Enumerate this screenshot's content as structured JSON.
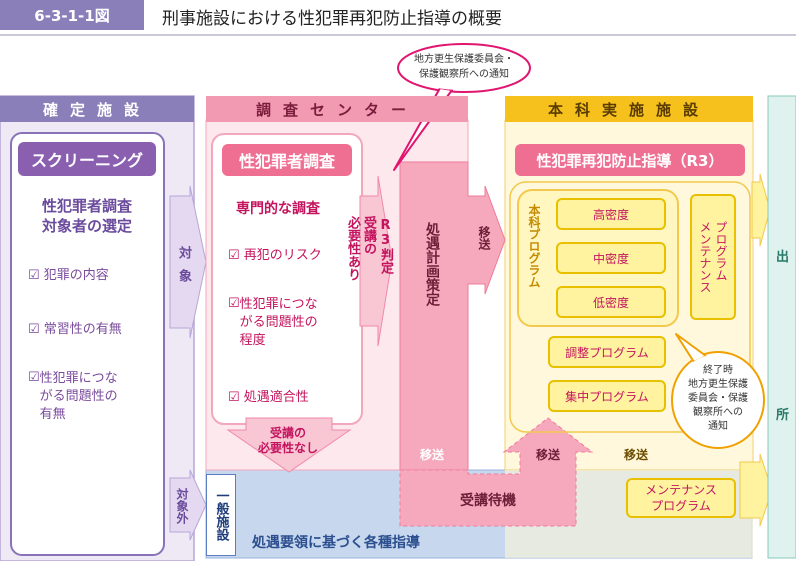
{
  "figure": {
    "number": "6-3-1-1図",
    "title": "刑事施設における性犯罪再犯防止指導の概要"
  },
  "confirmed_facility": {
    "header": "確定施設",
    "screening_label": "スクリーニング",
    "selection_title": "性犯罪者調査\n対象者の選定",
    "items": [
      "犯罪の内容",
      "常習性の有無",
      "性犯罪につな\nがる問題性の\n有無"
    ],
    "arrow_target": "対象",
    "arrow_nontarget": "対象外"
  },
  "research_center": {
    "header": "調査センター",
    "survey_label": "性犯罪者調査",
    "specialized": "専門的な調査",
    "items": [
      "再犯のリスク",
      "性犯罪につな\nがる問題性の\n程度",
      "処遇適合性"
    ],
    "r3_judgment": "R3判定",
    "need": "受講の\n必要性あり",
    "no_need": "受講の\n必要性なし",
    "plan": "処遇計画策定"
  },
  "callouts": {
    "notify_top": "地方更生保護委員会・\n保護観察所への通知",
    "notify_end": "終了時\n地方更生保護\n委員会・保護\n観察所への\n通知"
  },
  "main_facility": {
    "header": "本科実施施設",
    "program_label": "性犯罪再犯防止指導（R3）",
    "main_program": "本科プログラム",
    "densities": [
      "高密度",
      "中密度",
      "低密度"
    ],
    "maintenance": "プログラム\nメンテナンス",
    "adjust": "調整プログラム",
    "intensive": "集中プログラム",
    "maintenance_program": "メンテナンス\nプログラム"
  },
  "flow": {
    "transfer": "移送",
    "waiting": "受講待機"
  },
  "general_facility": {
    "label": "一般施設",
    "guidance": "処遇要領に基づく各種指導"
  },
  "exit": {
    "label_top": "出",
    "label_bottom": "所"
  }
}
